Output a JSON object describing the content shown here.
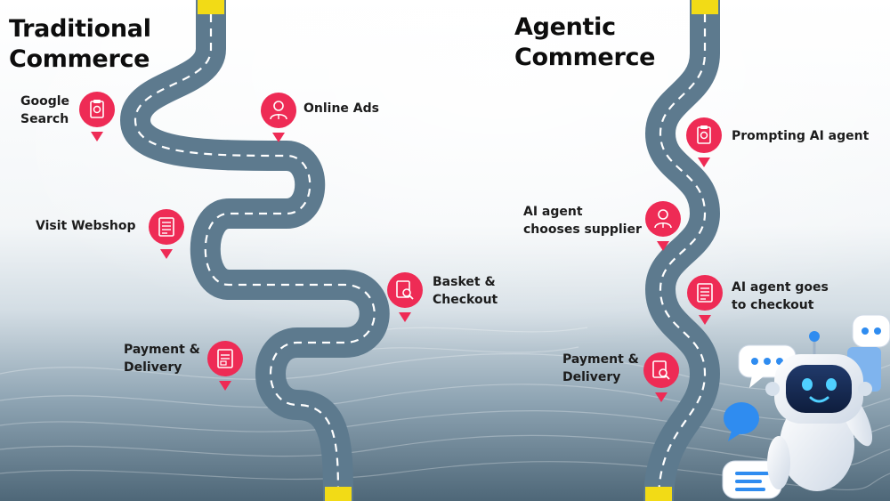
{
  "colors": {
    "pin": "#ee2b55",
    "road": "#5d7a8e",
    "dash": "#ffffff",
    "road_end": "#f2db16",
    "title": "#0d0d0d"
  },
  "traditional": {
    "title": [
      "Traditional",
      "Commerce"
    ],
    "steps": [
      {
        "icon": "clipboard-icon",
        "lines": [
          "Google",
          "Search"
        ]
      },
      {
        "icon": "person-icon",
        "lines": [
          "Online Ads"
        ]
      },
      {
        "icon": "list-icon",
        "lines": [
          "Visit Webshop"
        ]
      },
      {
        "icon": "search-document-icon",
        "lines": [
          "Basket &",
          "Checkout"
        ]
      },
      {
        "icon": "document-icon",
        "lines": [
          "Payment &",
          "Delivery"
        ]
      }
    ]
  },
  "agentic": {
    "title": [
      "Agentic",
      "Commerce"
    ],
    "steps": [
      {
        "icon": "clipboard-icon",
        "lines": [
          "Prompting AI agent"
        ]
      },
      {
        "icon": "person-icon",
        "lines": [
          "AI agent",
          "chooses supplier"
        ]
      },
      {
        "icon": "list-icon",
        "lines": [
          "AI agent goes",
          "to checkout"
        ]
      },
      {
        "icon": "search-document-icon",
        "lines": [
          "Payment &",
          "Delivery"
        ]
      }
    ]
  }
}
